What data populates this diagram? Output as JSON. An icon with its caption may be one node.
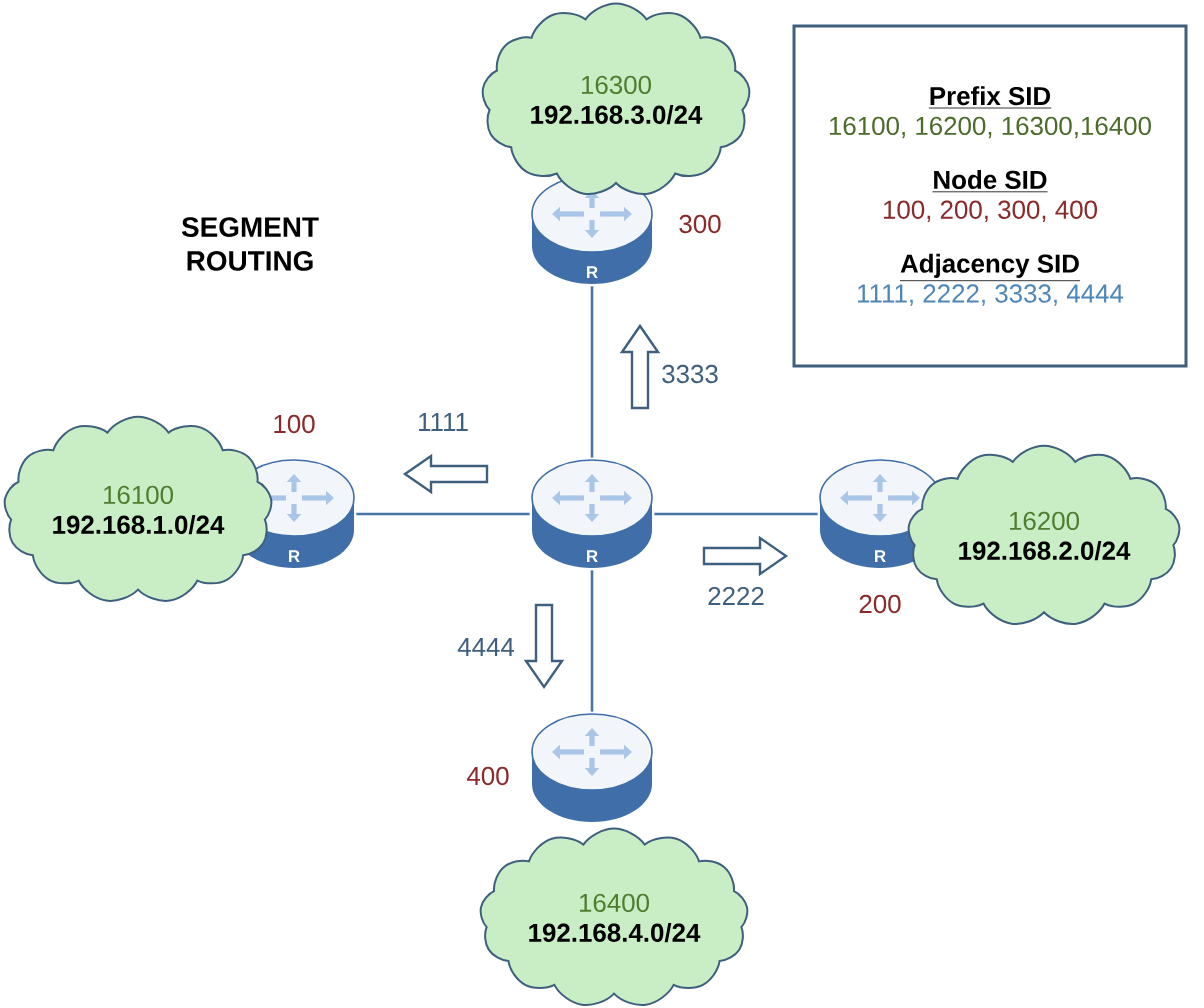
{
  "diagram": {
    "title": "SEGMENT ROUTING",
    "nodes": [
      {
        "text": [
          "16300",
          "192.168.3.0/24"
        ]
      },
      {
        "text": [
          "R"
        ]
      },
      {
        "text": [
          "Prefix SID",
          "16100, 16200, 16300,16400",
          "Node SID",
          "100, 200, 300, 400",
          "Adjacency SID",
          "1111, 2222, 3333, 4444"
        ]
      },
      {
        "text": [
          "16100",
          "192.168.1.0/24"
        ]
      },
      {
        "text": [
          "R"
        ]
      },
      {
        "text": [
          "R"
        ]
      },
      {
        "text": [
          "R"
        ]
      },
      {
        "text": [
          "16200",
          "192.168.2.0/24"
        ]
      },
      {
        "text": [],
        "shape": "picture"
      },
      {
        "text": [
          "16400",
          "192.168.4.0/24"
        ]
      }
    ],
    "edges": [
      {
        "from": 5,
        "to": 4,
        "arrow": "none",
        "label": "1111"
      },
      {
        "from": 5,
        "to": 6,
        "arrow": "none",
        "label": "2222"
      },
      {
        "from": 5,
        "to": 1,
        "arrow": "none",
        "label": "3333"
      },
      {
        "from": 5,
        "to": 8,
        "arrow": "none",
        "label": "4444"
      }
    ],
    "labels": [
      "300",
      "100",
      "200",
      "400"
    ]
  }
}
